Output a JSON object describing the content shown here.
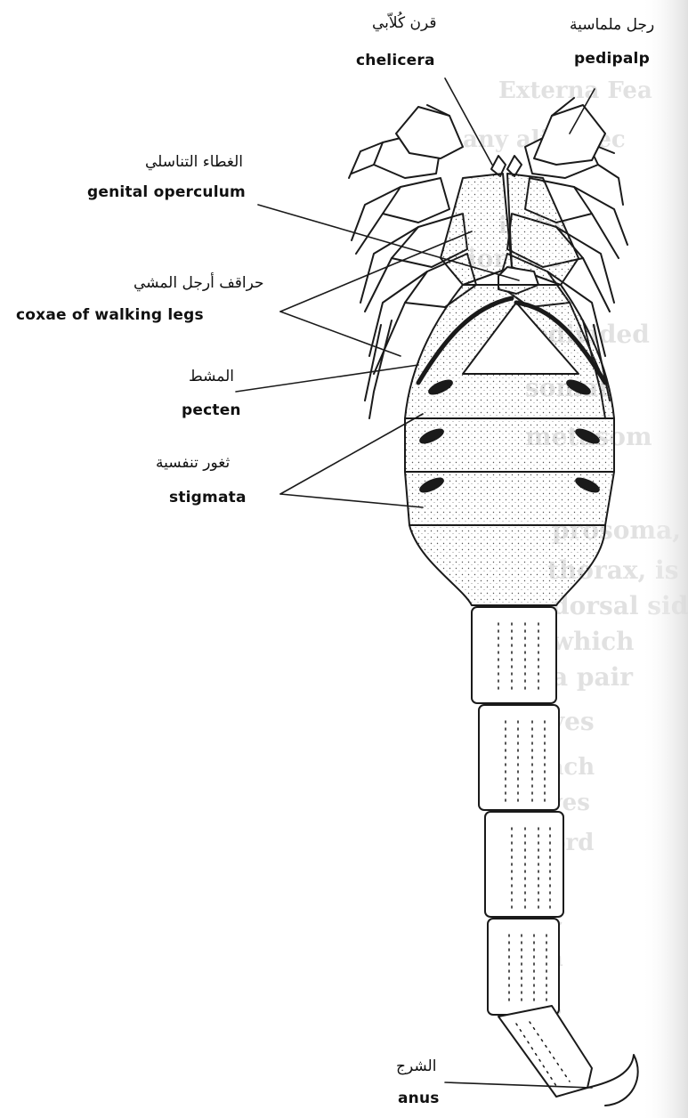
{
  "labels": {
    "chelicera": {
      "ar": "قرن كُلاّبي",
      "en": "chelicera"
    },
    "pedipalp": {
      "ar": "رجل ملماسية",
      "en": "pedipalp"
    },
    "genital_operculum": {
      "ar": "الغطاء التناسلي",
      "en": "genital operculum"
    },
    "coxae": {
      "ar": "حراقف أرجل المشي",
      "en": "coxae of walking legs"
    },
    "pecten": {
      "ar": "المشط",
      "en": "pecten"
    },
    "stigmata": {
      "ar": "ثغور تنفسية",
      "en": "stigmata"
    },
    "anus": {
      "ar": "الشرج",
      "en": "anus"
    }
  },
  "colors": {
    "ink": "#1a1a1a",
    "background": "#ffffff",
    "bleed_text": "#c9c9c9"
  }
}
